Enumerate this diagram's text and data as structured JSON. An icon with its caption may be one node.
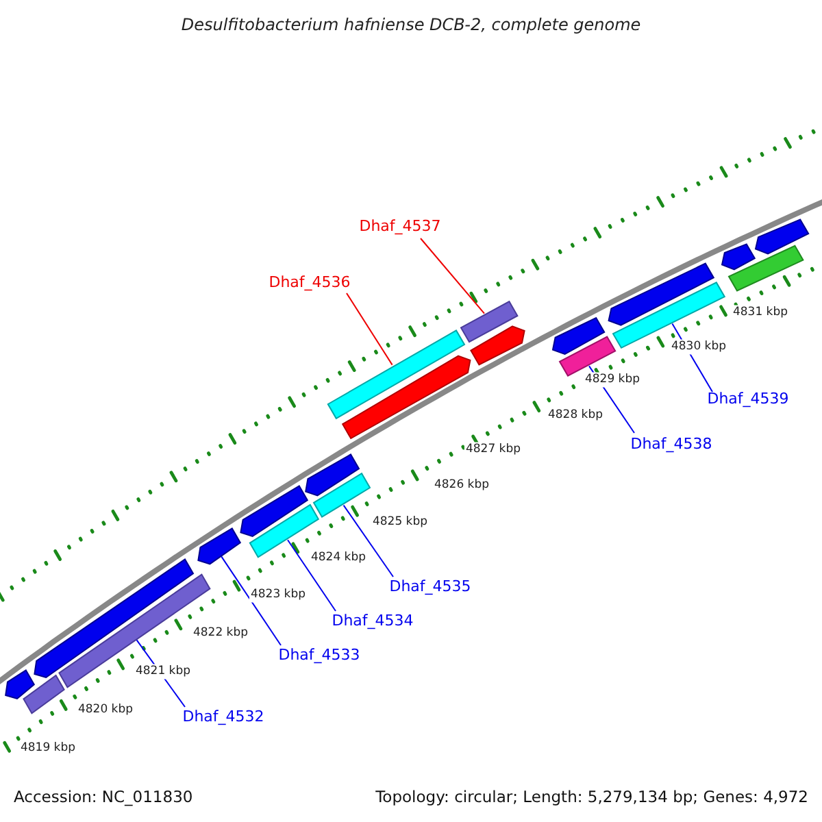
{
  "diagram": {
    "title": "Desulfitobacterium hafniense DCB-2, complete genome",
    "nodes": [
      {
        "text": [
          "Dhaf_4537"
        ]
      },
      {
        "text": [
          "Dhaf_4536"
        ]
      },
      {
        "text": [
          "Dhaf_4539"
        ]
      },
      {
        "text": [
          "Dhaf_4538"
        ]
      },
      {
        "text": [
          "Dhaf_4535"
        ]
      },
      {
        "text": [
          "Dhaf_4534"
        ]
      },
      {
        "text": [
          "Dhaf_4533"
        ]
      },
      {
        "text": [
          "Dhaf_4532"
        ]
      },
      {
        "text": [],
        "shape": "arrow"
      },
      {
        "text": [],
        "shape": "bar"
      },
      {
        "text": [],
        "shape": "arrow"
      },
      {
        "text": [],
        "shape": "bar"
      },
      {
        "text": [],
        "shape": "arrow"
      },
      {
        "text": [],
        "shape": "arrow"
      },
      {
        "text": [],
        "shape": "bar"
      },
      {
        "text": [],
        "shape": "arrow"
      },
      {
        "text": [],
        "shape": "bar"
      },
      {
        "text": [],
        "shape": "bar"
      },
      {
        "text": [],
        "shape": "arrow"
      },
      {
        "text": [],
        "shape": "arrow"
      },
      {
        "text": [],
        "shape": "bar"
      },
      {
        "text": [],
        "shape": "arrow"
      },
      {
        "text": [],
        "shape": "bar"
      },
      {
        "text": [],
        "shape": "bar"
      },
      {
        "text": [],
        "shape": "arrow"
      },
      {
        "text": [],
        "shape": "arrow"
      },
      {
        "text": [],
        "shape": "bar"
      },
      {
        "text": [],
        "shape": "arrow"
      }
    ],
    "edges": [
      {
        "from": 0,
        "to": 20,
        "arrow": "none",
        "color": "#ee0000"
      },
      {
        "from": 1,
        "to": 17,
        "arrow": "none",
        "color": "#ee0000"
      },
      {
        "from": 2,
        "to": 23,
        "arrow": "none"
      },
      {
        "from": 3,
        "to": 22,
        "arrow": "none"
      },
      {
        "from": 4,
        "to": 16,
        "arrow": "none"
      },
      {
        "from": 5,
        "to": 14,
        "arrow": "none"
      },
      {
        "from": 6,
        "to": 12,
        "arrow": "none"
      },
      {
        "from": 7,
        "to": 11,
        "arrow": "none"
      }
    ],
    "labels": [
      "4831 kbp",
      "4830 kbp",
      "4829 kbp",
      "4828 kbp",
      "4827 kbp",
      "4826 kbp",
      "4825 kbp",
      "4824 kbp",
      "4823 kbp",
      "4822 kbp",
      "4821 kbp",
      "4820 kbp",
      "4819 kbp",
      "Accession: NC_011830",
      "Topology: circular; Length: 5,279,134 bp; Genes: 4,972"
    ]
  }
}
